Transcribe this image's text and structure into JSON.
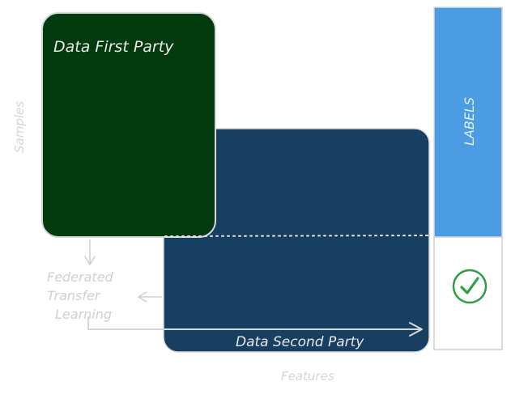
{
  "labels": {
    "first_party": "Data First Party",
    "second_party": "Data Second Party",
    "labels_column": "LABELS",
    "samples_axis": "Samples",
    "features_axis": "Features",
    "technique_line1": "Federated",
    "technique_line2": "Transfer",
    "technique_line3": "Learning"
  },
  "icons": {
    "check": "check-circle-icon"
  },
  "colors": {
    "first_party_fill": "#033a0e",
    "second_party_fill": "#163f62",
    "labels_fill": "#4c9ce3",
    "check_green": "#2f9e44",
    "muted_text": "#d0d0d0",
    "box_stroke": "#d3d3d3"
  }
}
